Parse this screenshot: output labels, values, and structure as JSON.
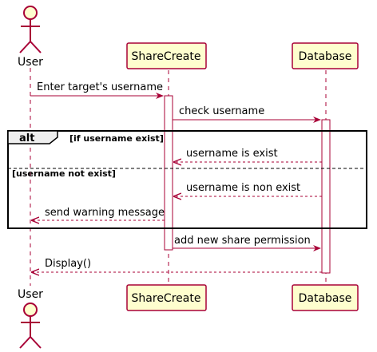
{
  "participants": {
    "user": "User",
    "sharecreate": "ShareCreate",
    "database": "Database"
  },
  "messages": [
    "Enter target's username",
    "check username",
    "username is exist",
    "username is non exist",
    "send warning message",
    "add new share permission",
    "Display()"
  ],
  "alt_fragment": {
    "keyword": "alt",
    "guard_1": "[if username exist]",
    "guard_2": "[username not exist]"
  },
  "colors": {
    "participant_fill": "#fefece",
    "participant_border": "#a80036",
    "arrow": "#a80036",
    "lifeline": "#a80036",
    "activation_fill": "#ffffff",
    "frame": "#000000"
  }
}
